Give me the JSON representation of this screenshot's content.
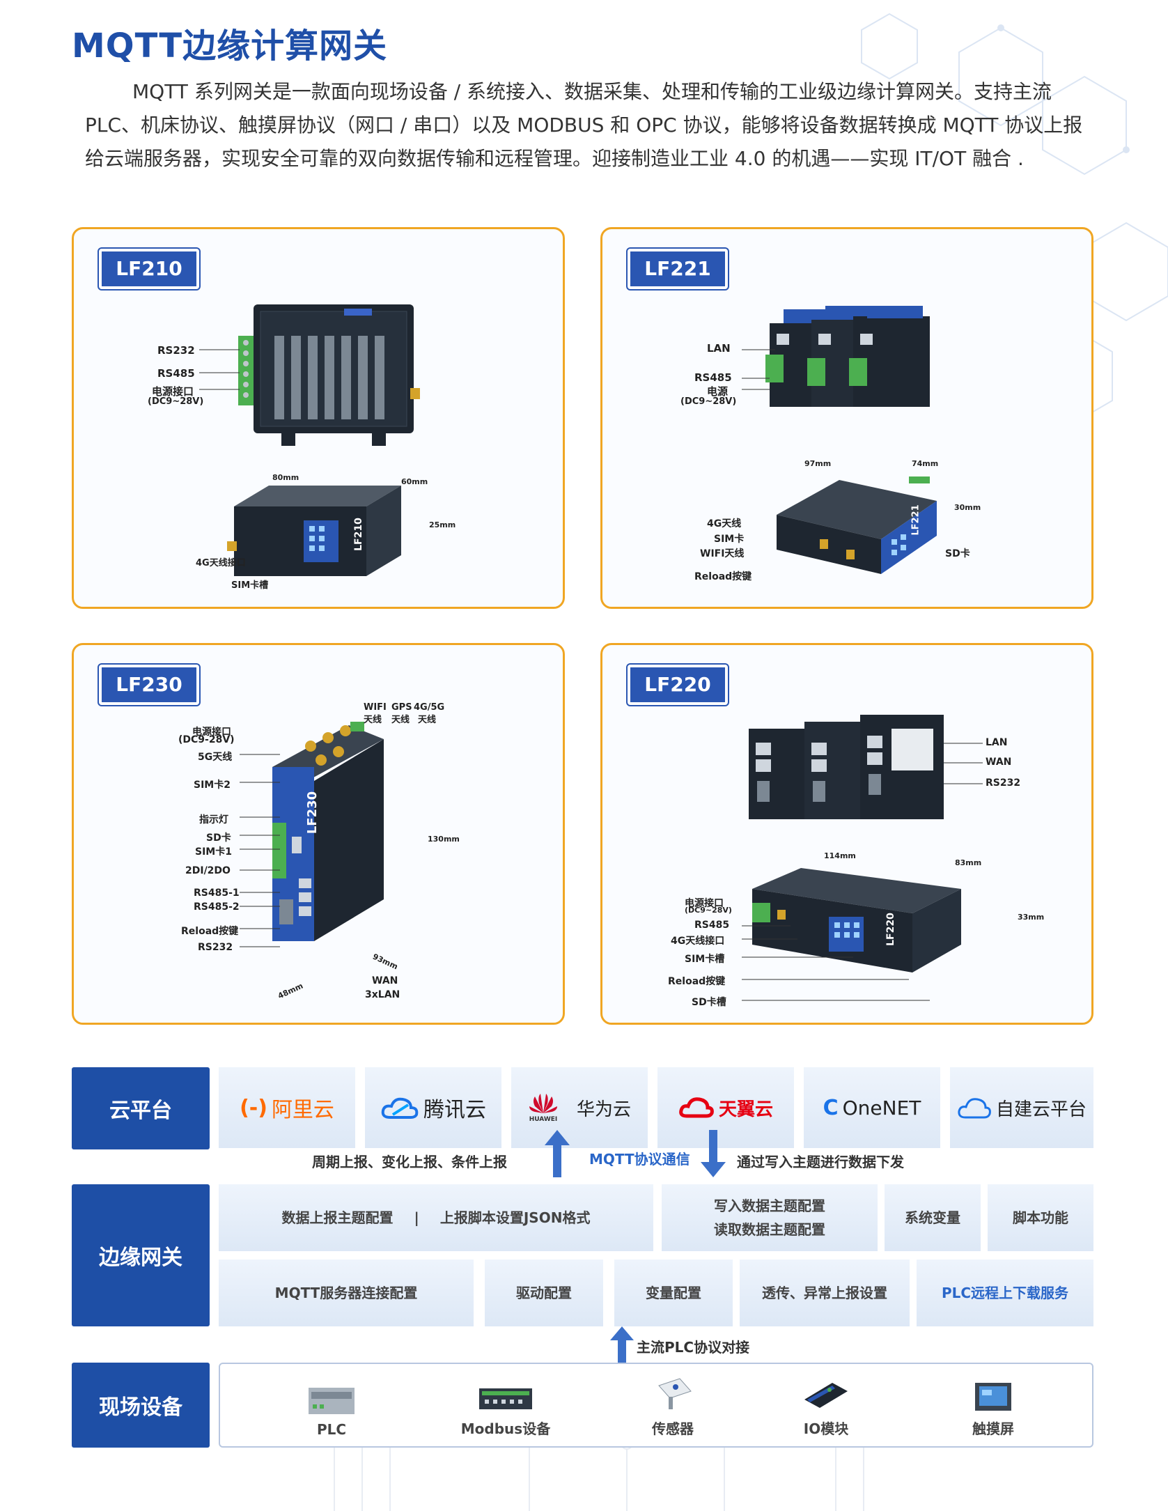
{
  "title": "MQTT边缘计算网关",
  "intro": "MQTT 系列网关是一款面向现场设备 / 系统接入、数据采集、处理和传输的工业级边缘计算网关。支持主流 PLC、机床协议、触摸屏协议（网口 / 串口）以及 MODBUS 和 OPC 协议，能够将设备数据转换成 MQTT 协议上报给云端服务器，实现安全可靠的双向数据传输和远程管理。迎接制造业工业 4.0 的机遇——实现 IT/OT 融合 .",
  "cards": {
    "lf210": {
      "tag": "LF210",
      "labels": {
        "rs232": "RS232",
        "rs485": "RS485",
        "power": "电源接口",
        "power_range": "(DC9~28V)",
        "ant4g": "4G天线接口",
        "sim": "SIM卡槽"
      },
      "dims": {
        "w": "80mm",
        "d": "60mm",
        "h": "25mm"
      },
      "device_print": "LF210"
    },
    "lf221": {
      "tag": "LF221",
      "labels": {
        "lan": "LAN",
        "rs485": "RS485",
        "power": "电源",
        "power_range": "(DC9~28V)",
        "ant4g": "4G天线",
        "sim": "SIM卡",
        "wifi": "WIFI天线",
        "reload": "Reload按键",
        "sd": "SD卡"
      },
      "dims": {
        "w": "97mm",
        "d": "74mm",
        "h": "30mm"
      },
      "device_print": "LF221"
    },
    "lf230": {
      "tag": "LF230",
      "labels": {
        "wifi_a": "WIFI",
        "wifi_b": "天线",
        "gps_a": "GPS",
        "gps_b": "天线",
        "g45_a": "4G/5G",
        "g45_b": "天线",
        "power": "电源接口",
        "power_range": "(DC9-28V)",
        "ant5g": "5G天线",
        "sim2": "SIM卡2",
        "led": "指示灯",
        "sd": "SD卡",
        "sim1": "SIM卡1",
        "dio": "2DI/2DO",
        "rs485_1": "RS485-1",
        "rs485_2": "RS485-2",
        "reload": "Reload按键",
        "rs232": "RS232",
        "wan": "WAN",
        "lan": "3xLAN"
      },
      "dims": {
        "h": "130mm",
        "d": "93mm",
        "w": "48mm"
      },
      "device_print": "LF230"
    },
    "lf220": {
      "tag": "LF220",
      "labels": {
        "lan": "LAN",
        "wan": "WAN",
        "rs232": "RS232",
        "power": "电源接口",
        "power_range": "(DC9~28V)",
        "rs485": "RS485",
        "ant4g": "4G天线接口",
        "sim": "SIM卡槽",
        "reload": "Reload按键",
        "sd": "SD卡槽"
      },
      "dims": {
        "w": "114mm",
        "d": "83mm",
        "h": "33mm"
      },
      "device_print": "LF220"
    }
  },
  "cloud": {
    "head": "云平台",
    "platforms": [
      {
        "name": "阿里云",
        "mark": "(-)"
      },
      {
        "name": "腾讯云"
      },
      {
        "name": "华为云",
        "sub": "HUAWEI"
      },
      {
        "name": "天翼云"
      },
      {
        "name": "OneNET",
        "mark": "C"
      },
      {
        "name": "自建云平台"
      }
    ]
  },
  "flow": {
    "left": "周期上报、变化上报、条件上报",
    "center": "MQTT协议通信",
    "right": "通过写入主题进行数据下发",
    "plc": "主流PLC协议对接"
  },
  "gateway": {
    "head": "边缘网关",
    "row1": {
      "topic_cfg": "数据上报主题配置",
      "sep": "|",
      "json_cfg": "上报脚本设置JSON格式",
      "write_topic": "写入数据主题配置",
      "read_topic": "读取数据主题配置",
      "sys_var": "系统变量",
      "script": "脚本功能"
    },
    "row2": {
      "mqtt_cfg": "MQTT服务器连接配置",
      "driver_cfg": "驱动配置",
      "var_cfg": "变量配置",
      "passthrough": "透传、异常上报设置",
      "plc_remote": "PLC远程上下载服务"
    }
  },
  "field": {
    "head": "现场设备",
    "items": [
      "PLC",
      "Modbus设备",
      "传感器",
      "IO模块",
      "触摸屏"
    ]
  },
  "colors": {
    "brand": "#1e4fa6",
    "accent_border": "#f0a623",
    "highlight_text": "#2a66c8"
  }
}
